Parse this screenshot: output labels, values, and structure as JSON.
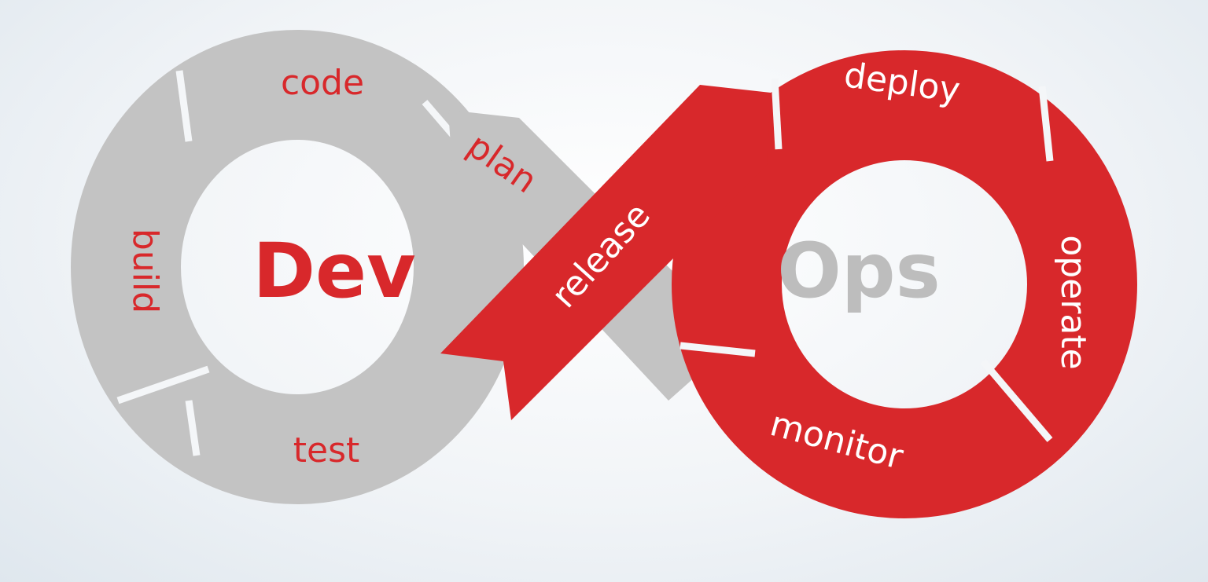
{
  "diagram": {
    "left_title": "Dev",
    "right_title": "Ops",
    "dev_stages": [
      "plan",
      "code",
      "build",
      "test"
    ],
    "ops_stages": [
      "release",
      "deploy",
      "operate",
      "monitor"
    ],
    "colors": {
      "dev_band": "#c3c3c3",
      "ops_band": "#d8282b",
      "dev_text": "#d8282b",
      "ops_text": "#ffffff",
      "ops_title": "#bdbdbd",
      "dev_title": "#d8282b"
    }
  }
}
